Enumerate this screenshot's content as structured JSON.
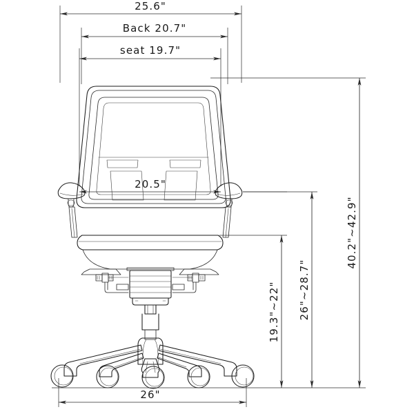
{
  "drawing": {
    "subject": "office-chair-front-elevation",
    "unit_symbol": "\"",
    "line_color": "#1a1a1a",
    "background_color": "#ffffff"
  },
  "dimensions": {
    "overall_width": {
      "label": "25.6\"",
      "name": "overall-width",
      "orientation": "horizontal"
    },
    "back_width": {
      "label": "Back 20.7\"",
      "name": "back-width",
      "orientation": "horizontal"
    },
    "seat_width": {
      "label": "seat 19.7\"",
      "name": "seat-width",
      "orientation": "horizontal"
    },
    "armrest_inner_width": {
      "label": "20.5\"",
      "name": "armrest-width",
      "orientation": "horizontal"
    },
    "base_width": {
      "label": "26\"",
      "name": "base-width",
      "orientation": "horizontal"
    },
    "seat_height": {
      "label": "19.3\"~22\"",
      "name": "seat-height",
      "orientation": "vertical"
    },
    "armrest_height": {
      "label": "26\"~28.7\"",
      "name": "armrest-height",
      "orientation": "vertical"
    },
    "overall_height": {
      "label": "40.2\"~42.9\"",
      "name": "overall-height",
      "orientation": "vertical"
    }
  },
  "chair_parts": {
    "backrest": "backrest-mesh-frame",
    "lumbar": "lumbar-support",
    "seat": "seat-cushion",
    "armrest_left": "armrest-left",
    "armrest_right": "armrest-right",
    "mechanism": "tilt-mechanism",
    "gas_cylinder": "gas-cylinder",
    "base": "five-star-base",
    "casters": [
      "caster-1",
      "caster-2",
      "caster-3",
      "caster-4",
      "caster-5"
    ]
  }
}
